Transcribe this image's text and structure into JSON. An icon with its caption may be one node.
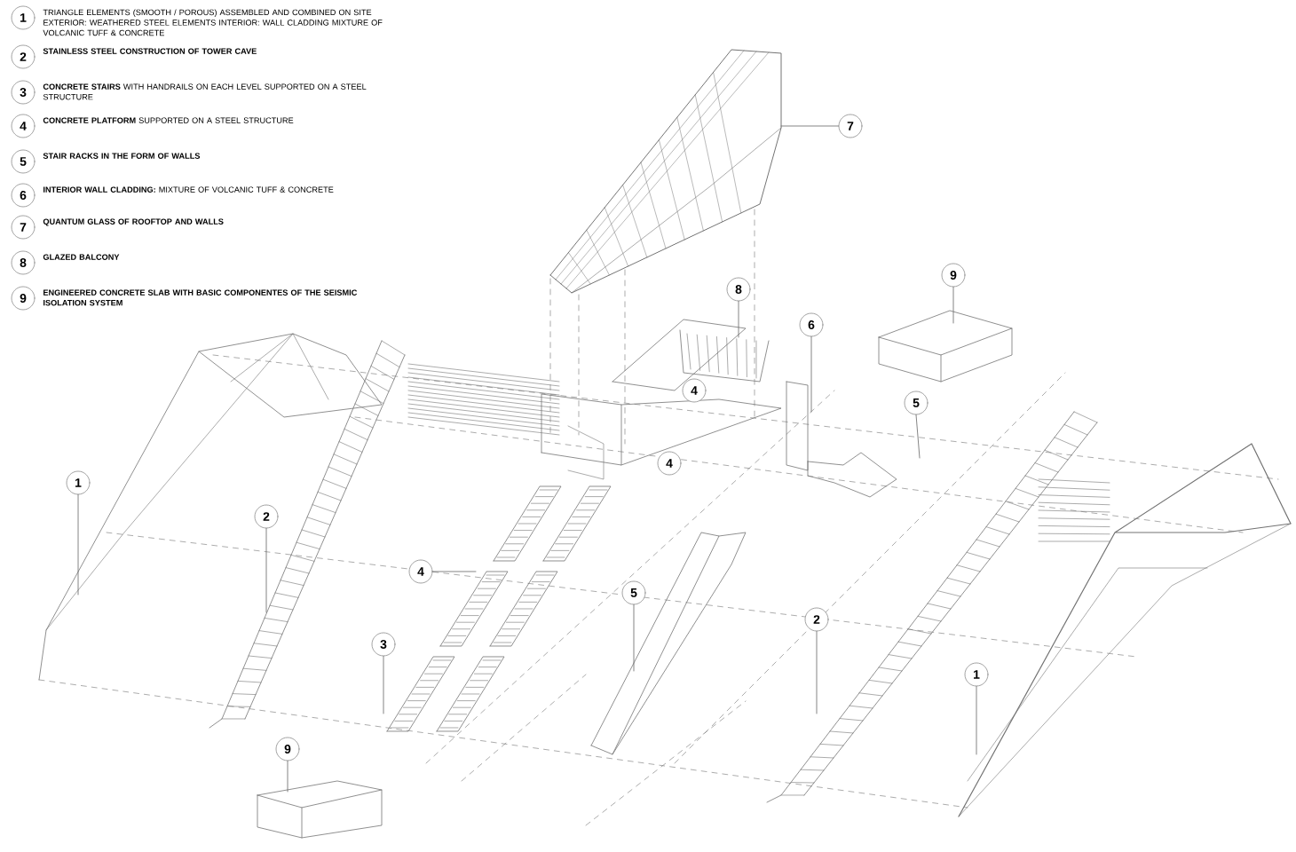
{
  "diagram": {
    "nodes": [
      {
        "text": [
          "1"
        ],
        "beside": [
          "TRIANGLE ELEMENTS (SMOOTH / POROUS) ASSEMBLED AND COMBINED ON SITE EXTERIOR: WEATHERED STEEL ELEMENTS INTERIOR: WALL CLADDING MIXTURE OF VOLCANIC TUFF & CONCRETE"
        ]
      },
      {
        "text": [
          "2"
        ],
        "beside": [
          "**STAINLESS STEEL CONSTRUCTION OF TOWER CAVE**"
        ]
      },
      {
        "text": [
          "3"
        ],
        "beside": [
          "**CONCRETE STAIRS** WITH HANDRAILS ON EACH LEVEL SUPPORTED ON A STEEL STRUCTURE"
        ]
      },
      {
        "text": [
          "4"
        ],
        "beside": [
          "**CONCRETE PLATFORM** SUPPORTED ON A STEEL STRUCTURE"
        ]
      },
      {
        "text": [
          "5"
        ],
        "beside": [
          "**STAIR RACKS IN THE FORM OF WALLS**"
        ]
      },
      {
        "text": [
          "6"
        ],
        "beside": [
          "**INTERIOR WALL CLADDING:** MIXTURE OF VOLCANIC TUFF & CONCRETE"
        ]
      },
      {
        "text": [
          "7"
        ],
        "beside": [
          "**QUANTUM GLASS OF ROOFTOP AND WALLS**"
        ]
      },
      {
        "text": [
          "8"
        ],
        "beside": [
          "**GLAZED BALCONY**"
        ]
      },
      {
        "text": [
          "9"
        ],
        "beside": [
          "**ENGINEERED CONCRETE SLAB WITH BASIC COMPONENTES OF THE SEISMIC ISOLATION SYSTEM**"
        ]
      },
      {
        "text": [
          "7"
        ]
      },
      {
        "text": [
          "8"
        ]
      },
      {
        "text": [
          "9"
        ]
      },
      {
        "text": [
          "6"
        ]
      },
      {
        "text": [
          "4"
        ]
      },
      {
        "text": [
          "5"
        ]
      },
      {
        "text": [
          "4"
        ]
      },
      {
        "text": [
          "1"
        ]
      },
      {
        "text": [
          "2"
        ]
      },
      {
        "text": [
          "4"
        ]
      },
      {
        "text": [
          "5"
        ]
      },
      {
        "text": [
          "2"
        ]
      },
      {
        "text": [
          "3"
        ]
      },
      {
        "text": [
          "1"
        ]
      },
      {
        "text": [
          "9"
        ]
      }
    ],
    "edges": [
      {
        "from": 9,
        "to": null,
        "arrow": "none"
      },
      {
        "from": 10,
        "to": null,
        "arrow": "none"
      },
      {
        "from": 11,
        "to": null,
        "arrow": "none"
      },
      {
        "from": 12,
        "to": null,
        "arrow": "none"
      },
      {
        "from": 14,
        "to": null,
        "arrow": "none"
      },
      {
        "from": 16,
        "to": null,
        "arrow": "none"
      },
      {
        "from": 17,
        "to": null,
        "arrow": "none"
      },
      {
        "from": 18,
        "to": null,
        "arrow": "none"
      },
      {
        "from": 19,
        "to": null,
        "arrow": "none"
      },
      {
        "from": 20,
        "to": null,
        "arrow": "none"
      },
      {
        "from": 21,
        "to": null,
        "arrow": "none"
      },
      {
        "from": 22,
        "to": null,
        "arrow": "none"
      },
      {
        "from": 23,
        "to": null,
        "arrow": "none"
      }
    ]
  }
}
